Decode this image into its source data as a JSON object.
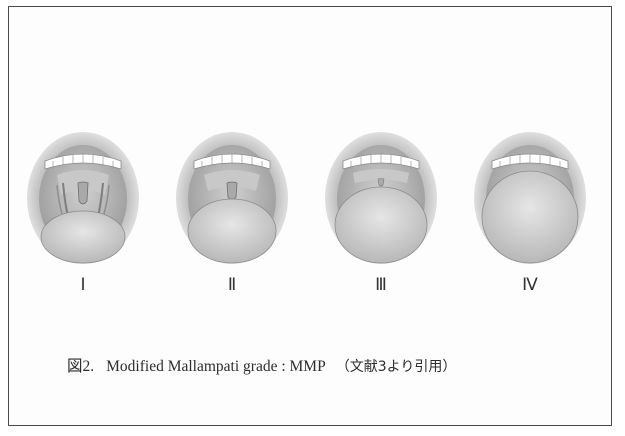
{
  "figure": {
    "grades": [
      {
        "label": "Ⅰ",
        "uvula_visible": "full",
        "pillars_visible": true,
        "soft_palate_visible": true
      },
      {
        "label": "Ⅱ",
        "uvula_visible": "partial",
        "pillars_visible": false,
        "soft_palate_visible": true
      },
      {
        "label": "Ⅲ",
        "uvula_visible": "base",
        "pillars_visible": false,
        "soft_palate_visible": true
      },
      {
        "label": "Ⅳ",
        "uvula_visible": "none",
        "pillars_visible": false,
        "soft_palate_visible": false
      }
    ],
    "caption": {
      "number": "図2.",
      "title": "Modified Mallampati grade : MMP",
      "citation": "（文献3より引用）"
    }
  }
}
